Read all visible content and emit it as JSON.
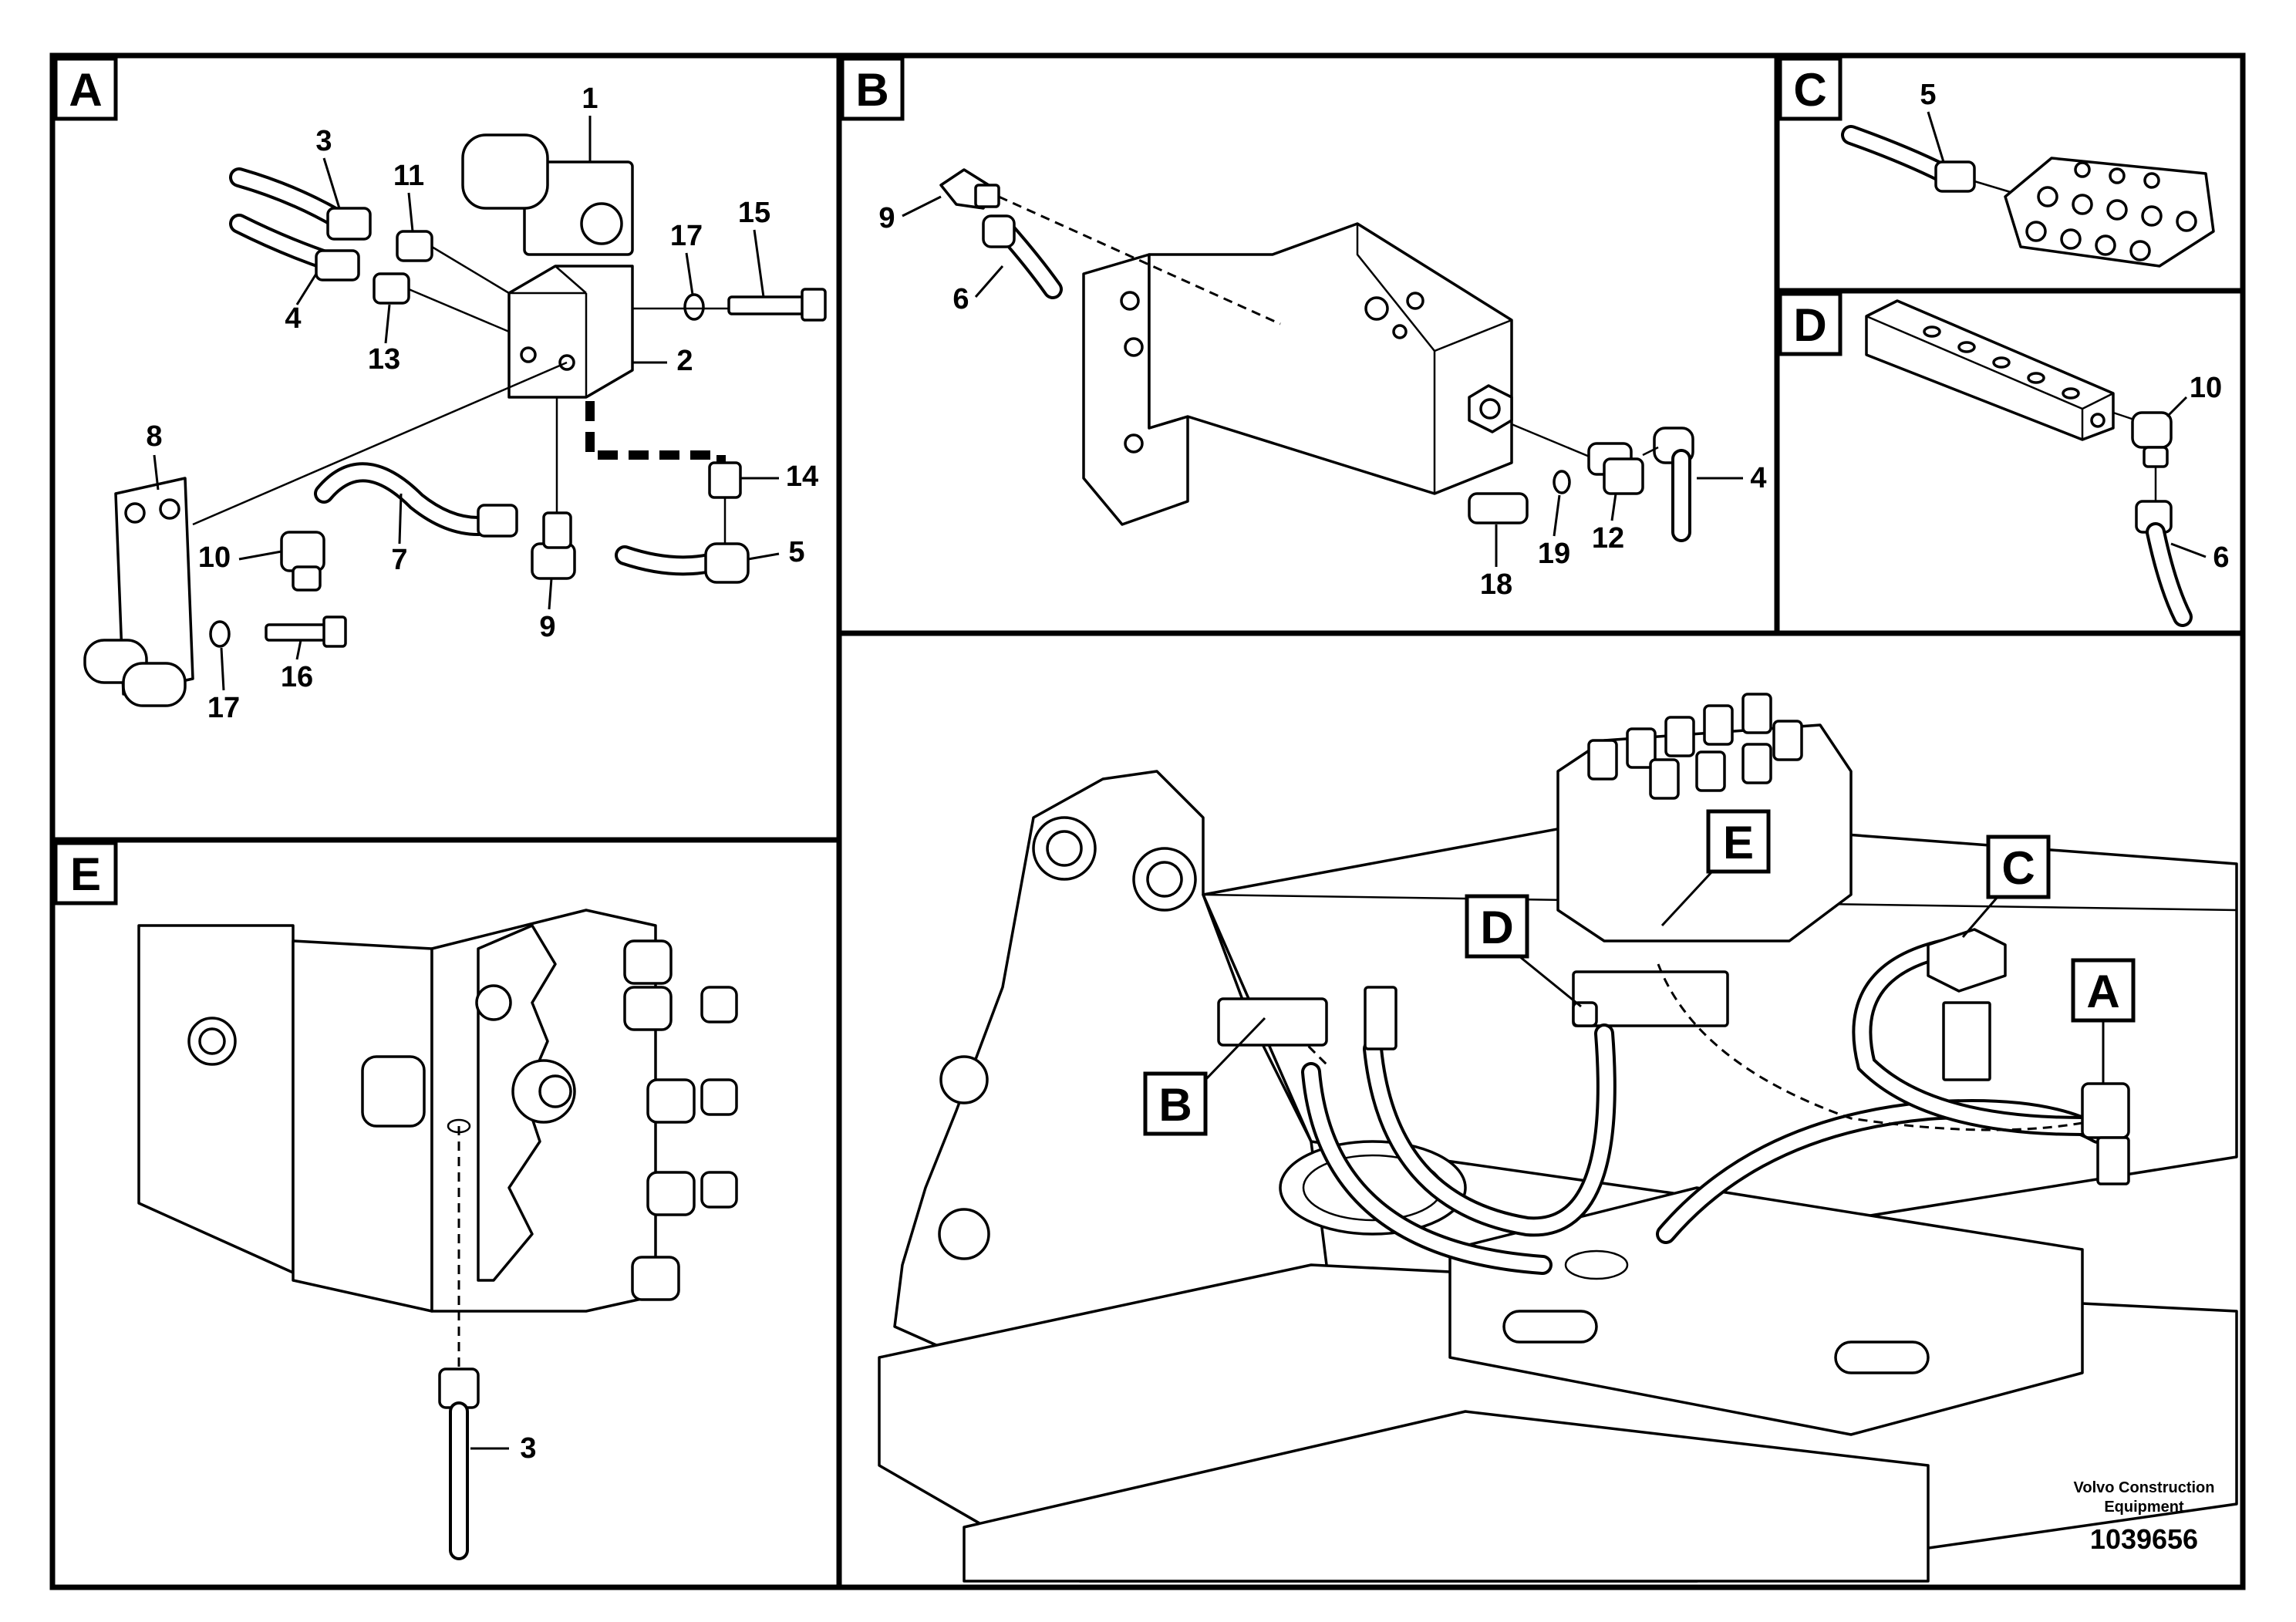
{
  "panels": {
    "a": {
      "tag": "A",
      "callouts": [
        "1",
        "2",
        "3",
        "4",
        "5",
        "7",
        "8",
        "9",
        "10",
        "11",
        "13",
        "14",
        "15",
        "16",
        "17",
        "17"
      ]
    },
    "b": {
      "tag": "B",
      "callouts": [
        "4",
        "6",
        "9",
        "12",
        "18",
        "19"
      ]
    },
    "c": {
      "tag": "C",
      "callouts": [
        "5"
      ]
    },
    "d": {
      "tag": "D",
      "callouts": [
        "6",
        "10"
      ]
    },
    "e": {
      "tag": "E",
      "callouts": [
        "3"
      ]
    },
    "overview": {
      "tags": [
        "A",
        "B",
        "C",
        "D",
        "E"
      ]
    }
  },
  "footer": {
    "brand_line1": "Volvo Construction",
    "brand_line2": "Equipment",
    "doc_number": "1039656"
  }
}
